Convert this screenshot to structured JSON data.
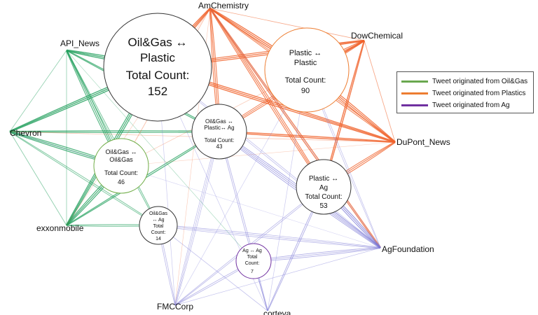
{
  "nodes": {
    "amchemistry": "AmChemistry",
    "api_news": "API_News",
    "dowchemical": "DowChemical",
    "chevron": "Chevron",
    "dupont_news": "DuPont_News",
    "exxonmobile": "exxonmobile",
    "agfoundation": "AgFoundation",
    "fmccorp": "FMCCorp",
    "corteva": "corteva"
  },
  "bubbles": {
    "oilgas_plastic": {
      "line1": "Oil&Gas ↔",
      "line2": "Plastic",
      "count_label": "Total Count:",
      "count": "152"
    },
    "plastic_plastic": {
      "line1": "Plastic ↔",
      "line2": "Plastic",
      "count_label": "Total Count:",
      "count": "90"
    },
    "oilgas_plastic_ag": {
      "line1": "Oil&Gas ↔",
      "line2": "Plastic↔ Ag",
      "count_label": "Total Count:",
      "count": "43"
    },
    "oilgas_oilgas": {
      "line1": "Oil&Gas ↔",
      "line2": "Oil&Gas",
      "count_label": "Total Count:",
      "count": "46"
    },
    "plastic_ag": {
      "line1": "Plastic ↔",
      "line2": "Ag",
      "count_label": "Total Count:",
      "count": "53"
    },
    "oilgas_ag": {
      "line1": "Oil&Gas",
      "line2": "↔ Ag",
      "count_label1": "Total",
      "count_label2": "Count:",
      "count": "14"
    },
    "ag_ag": {
      "line1": "Ag ↔ Ag",
      "count_label1": "Total",
      "count_label2": "Count:",
      "count": "7"
    }
  },
  "legend": {
    "items": [
      {
        "label": "Tweet originated from Oil&Gas",
        "color": "#6aa84f"
      },
      {
        "label": "Tweet originated from Plastics",
        "color": "#ed7d31"
      },
      {
        "label": "Tweet originated from Ag",
        "color": "#7030a0"
      }
    ]
  },
  "colors": {
    "oilgas_edge": "#1e9e5a",
    "plastics_edge": "#f0622a",
    "ag_edge": "#7b78d6",
    "bubble_oilgas": "#70ad47",
    "bubble_plastics": "#ed7d31",
    "bubble_ag": "#7030a0",
    "bubble_mixed": "#222222"
  }
}
